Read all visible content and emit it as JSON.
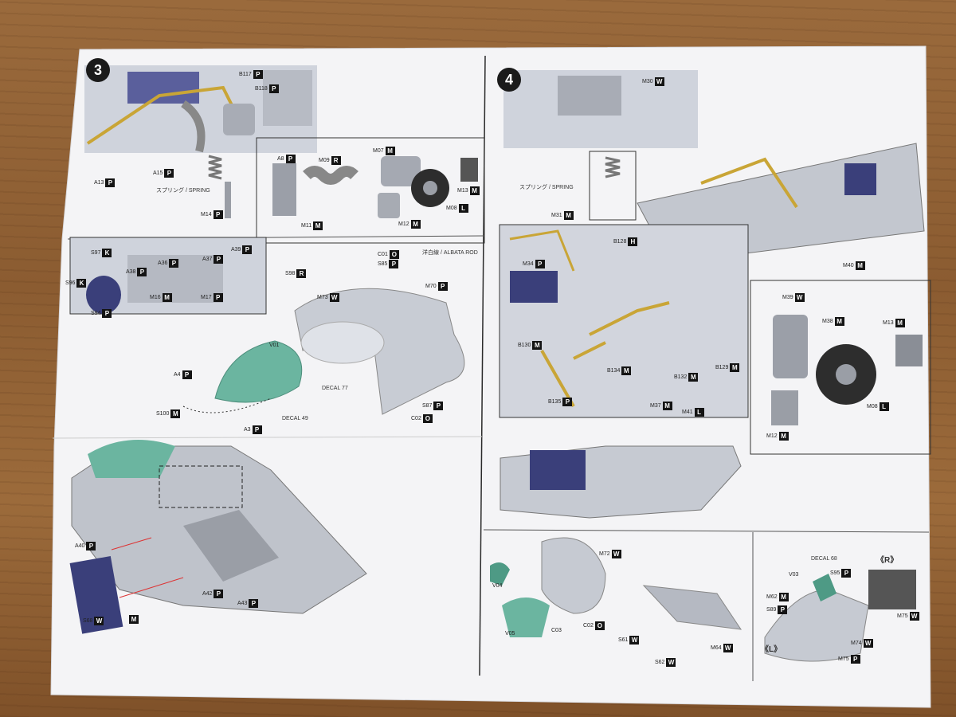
{
  "steps": [
    "3",
    "4"
  ],
  "captions": {
    "spring_a": "スプリング / SPRING",
    "spring_b": "スプリング / SPRING",
    "albata": "洋白線 / ALBATA ROD",
    "decal77": "DECAL 77",
    "decal49": "DECAL 49",
    "decal68": "DECAL 68"
  },
  "sides": {
    "right": "《R》",
    "left": "《L》"
  },
  "part_labels": {
    "step3": [
      {
        "text": "B117",
        "code": "P"
      },
      {
        "text": "B118",
        "code": "P"
      },
      {
        "text": "A13",
        "code": "P"
      },
      {
        "text": "A15",
        "code": "P"
      },
      {
        "text": "M14",
        "code": "P"
      },
      {
        "text": "A8",
        "code": "P"
      },
      {
        "text": "M09",
        "code": "R"
      },
      {
        "text": "M07",
        "code": "M"
      },
      {
        "text": "M13",
        "code": "M"
      },
      {
        "text": "M08",
        "code": "L"
      },
      {
        "text": "M11",
        "code": "M"
      },
      {
        "text": "M12",
        "code": "M"
      },
      {
        "text": "S97",
        "code": "K"
      },
      {
        "text": "A36",
        "code": "P"
      },
      {
        "text": "A38",
        "code": "P"
      },
      {
        "text": "A37",
        "code": "P"
      },
      {
        "text": "A39",
        "code": "P"
      },
      {
        "text": "S96",
        "code": "K"
      },
      {
        "text": "M16",
        "code": "M"
      },
      {
        "text": "M17",
        "code": "P"
      },
      {
        "text": "S94",
        "code": "P"
      },
      {
        "text": "C01",
        "code": "O"
      },
      {
        "text": "S85",
        "code": "P"
      },
      {
        "text": "S98",
        "code": "R"
      },
      {
        "text": "M73",
        "code": "W"
      },
      {
        "text": "M70",
        "code": "P"
      },
      {
        "text": "V01",
        "code": ""
      },
      {
        "text": "A4",
        "code": "P"
      },
      {
        "text": "S100",
        "code": "M"
      },
      {
        "text": "A3",
        "code": "P"
      },
      {
        "text": "S87",
        "code": "P"
      },
      {
        "text": "C02",
        "code": "O"
      },
      {
        "text": "A40",
        "code": "P"
      },
      {
        "text": "A42",
        "code": "P"
      },
      {
        "text": "A43",
        "code": "P"
      },
      {
        "text": "S68",
        "code": "W"
      },
      {
        "text": "",
        "code": "M"
      }
    ],
    "step4": [
      {
        "text": "M30",
        "code": "W"
      },
      {
        "text": "M31",
        "code": "M"
      },
      {
        "text": "B128",
        "code": "H"
      },
      {
        "text": "M34",
        "code": "P"
      },
      {
        "text": "M40",
        "code": "M"
      },
      {
        "text": "M39",
        "code": "W"
      },
      {
        "text": "M38",
        "code": "M"
      },
      {
        "text": "M13",
        "code": "M"
      },
      {
        "text": "M08",
        "code": "L"
      },
      {
        "text": "M12",
        "code": "M"
      },
      {
        "text": "B130",
        "code": "M"
      },
      {
        "text": "B134",
        "code": "M"
      },
      {
        "text": "B132",
        "code": "M"
      },
      {
        "text": "B129",
        "code": "M"
      },
      {
        "text": "B135",
        "code": "P"
      },
      {
        "text": "M37",
        "code": "M"
      },
      {
        "text": "M41",
        "code": "L"
      },
      {
        "text": "M72",
        "code": "W"
      },
      {
        "text": "V04",
        "code": ""
      },
      {
        "text": "V05",
        "code": ""
      },
      {
        "text": "C03",
        "code": ""
      },
      {
        "text": "C02",
        "code": "O"
      },
      {
        "text": "S61",
        "code": "W"
      },
      {
        "text": "M64",
        "code": "W"
      },
      {
        "text": "S62",
        "code": "W"
      },
      {
        "text": "V03",
        "code": ""
      },
      {
        "text": "S95",
        "code": "P"
      },
      {
        "text": "M62",
        "code": "M"
      },
      {
        "text": "S89",
        "code": "P"
      },
      {
        "text": "M74",
        "code": "W"
      },
      {
        "text": "M75",
        "code": "P"
      },
      {
        "text": "M75",
        "code": "W"
      }
    ]
  },
  "colors": {
    "table": "#8b5c31",
    "paper": "#f4f4f6",
    "panel_bg": "#cfd3dc",
    "label_bg": "#141414",
    "gold": "#c9a536",
    "blue": "#3a3f7a",
    "canopy": "#6bb5a0",
    "arrow": "#d33"
  }
}
